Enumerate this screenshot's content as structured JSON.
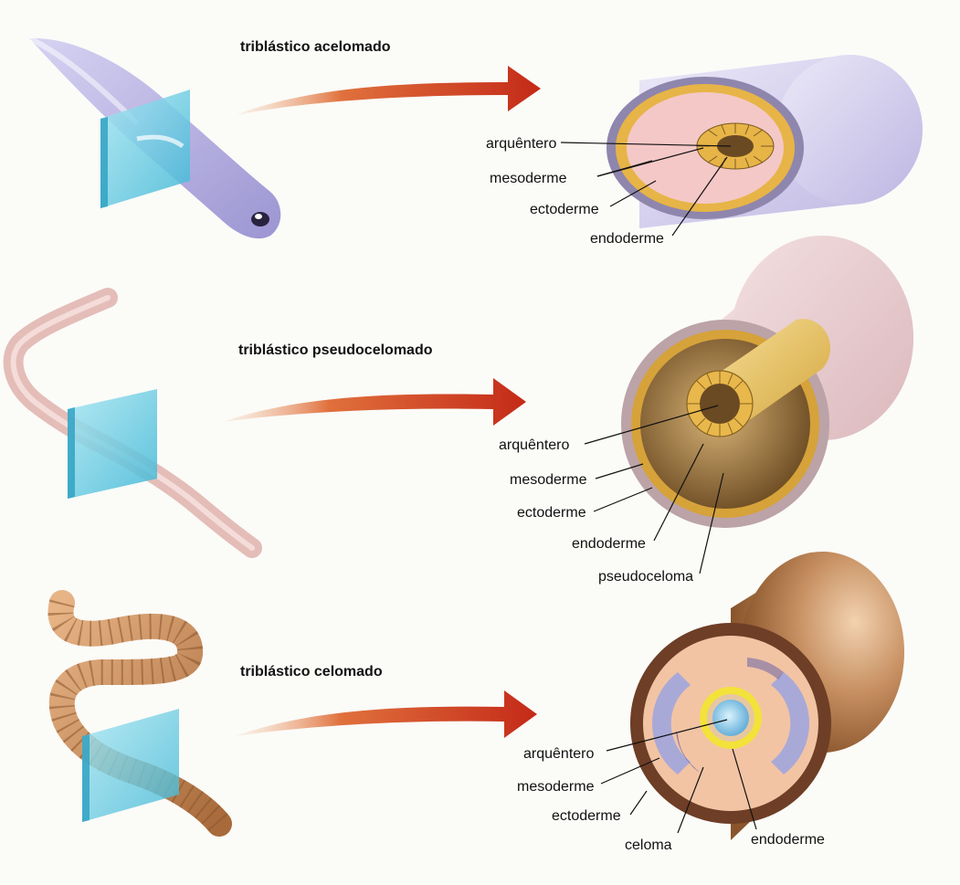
{
  "panels": [
    {
      "title": "triblástico acelomado",
      "labels": {
        "archenteron": "arquêntero",
        "mesoderm": "mesoderme",
        "ectoderm": "ectoderme",
        "endoderm": "endoderme"
      }
    },
    {
      "title": "triblástico pseudocelomado",
      "labels": {
        "archenteron": "arquêntero",
        "mesoderm": "mesoderme",
        "ectoderm": "ectoderme",
        "endoderm": "endoderme",
        "pseudocoelom": "pseudoceloma"
      }
    },
    {
      "title": "triblástico celomado",
      "labels": {
        "archenteron": "arquêntero",
        "mesoderm": "mesoderme",
        "ectoderm": "ectoderme",
        "coelom": "celoma",
        "endoderm": "endoderme"
      }
    }
  ],
  "colors": {
    "arrow": "#c8321c",
    "flatworm": "#b9b4e0",
    "roundworm": "#e4bdb8",
    "earthworm": "#c98b52",
    "glass": "#6fcde3"
  }
}
